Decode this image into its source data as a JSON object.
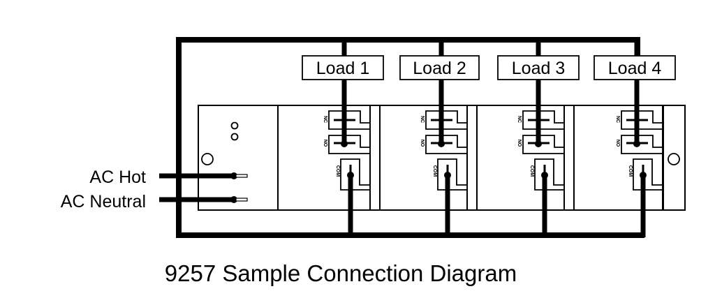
{
  "title": "9257 Sample Connection Diagram",
  "inputs": {
    "hot": "AC Hot",
    "neutral": "AC Neutral"
  },
  "loads": [
    "Load 1",
    "Load 2",
    "Load 3",
    "Load 4"
  ],
  "terminals": {
    "nc": "NC",
    "no": "NO",
    "com": "COM"
  },
  "colors": {
    "line": "#000000",
    "background": "#ffffff"
  }
}
